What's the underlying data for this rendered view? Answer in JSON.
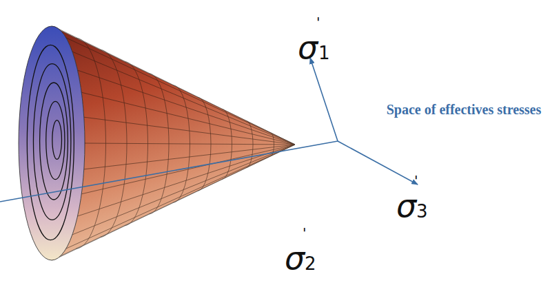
{
  "diagram": {
    "labels": [
      "σ",
      "'",
      "1",
      "Space of effectives stresses",
      "σ",
      "'",
      "3",
      "σ",
      "'",
      "2"
    ]
  }
}
